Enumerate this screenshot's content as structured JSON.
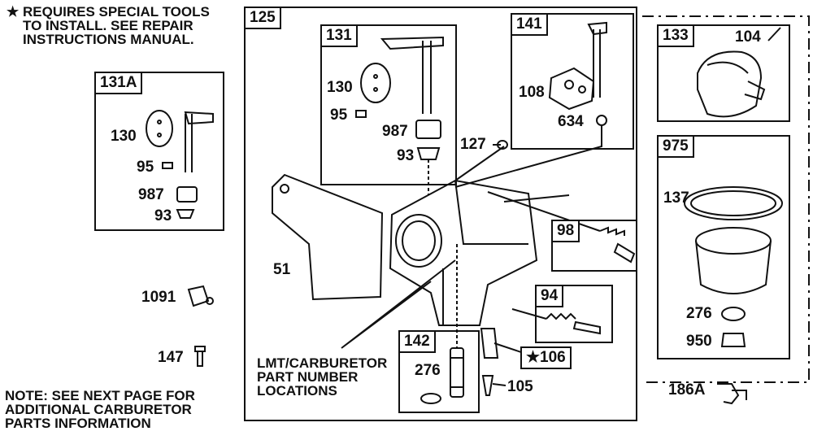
{
  "notes": {
    "special_tools_star": "★",
    "special_tools_lines": [
      "REQUIRES SPECIAL TOOLS",
      "TO INSTALL. SEE REPAIR",
      "INSTRUCTIONS MANUAL."
    ],
    "next_page_lines": [
      "NOTE: SEE NEXT PAGE FOR",
      "ADDITIONAL CARBURETOR",
      "PARTS INFORMATION"
    ],
    "lmt_lines": [
      "LMT/CARBURETOR",
      "PART NUMBER",
      "LOCATIONS"
    ]
  },
  "kits": {
    "k125": "125",
    "k131": "131",
    "k131A": "131A",
    "k141": "141",
    "k133": "133",
    "k975": "975",
    "k98": "98",
    "k94": "94",
    "k142": "142"
  },
  "parts": {
    "p130_a": "130",
    "p95_a": "95",
    "p987_a": "987",
    "p93_a": "93",
    "p130_b": "130",
    "p95_b": "95",
    "p987_b": "987",
    "p93_b": "93",
    "p108": "108",
    "p634": "634",
    "p127": "127",
    "p104": "104",
    "p137": "137",
    "p276_a": "276",
    "p950": "950",
    "p51": "51",
    "p1091": "1091",
    "p147": "147",
    "p276_b": "276",
    "p105": "105",
    "p106": "★106",
    "p186A": "186A"
  }
}
